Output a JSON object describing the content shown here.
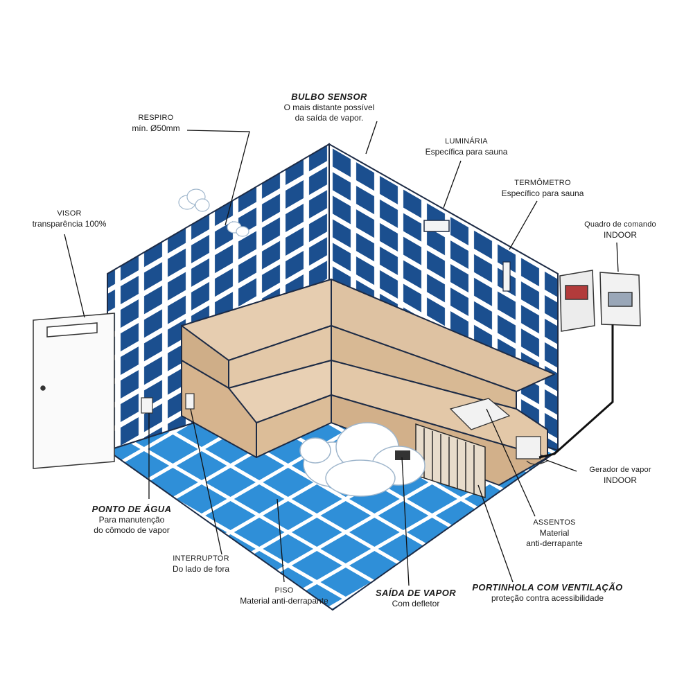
{
  "labels": {
    "bulbo_sensor": {
      "title": "BULBO SENSOR",
      "line1": "O mais distante possível",
      "line2": "da saída de vapor."
    },
    "respiro": {
      "title": "RESPIRO",
      "line1": "mín. Ø50mm"
    },
    "luminaria": {
      "title": "LUMINÁRIA",
      "line1": "Específica para sauna"
    },
    "termometro": {
      "title": "TERMÔMETRO",
      "line1": "Específico para sauna"
    },
    "quadro": {
      "title": "Quadro de comando",
      "line1": "INDOOR"
    },
    "visor": {
      "title": "VISOR",
      "line1": "transparência 100%"
    },
    "gerador": {
      "title": "Gerador de vapor",
      "line1": "INDOOR"
    },
    "ponto_agua": {
      "title": "PONTO DE ÁGUA",
      "line1": "Para manutenção",
      "line2": "do cômodo de vapor"
    },
    "interruptor": {
      "title": "INTERRUPTOR",
      "line1": "Do lado de fora"
    },
    "piso": {
      "title": "PISO",
      "line1": "Material anti-derrapante"
    },
    "saida_vapor": {
      "title": "SAÍDA DE VAPOR",
      "line1": "Com defletor"
    },
    "portinhola": {
      "title": "PORTINHOLA COM VENTILAÇÃO",
      "line1": "proteção contra acessibilidade"
    },
    "assentos": {
      "title": "ASSENTOS",
      "line1": "Material",
      "line2": "anti-derrapante"
    }
  },
  "colors": {
    "tile": "#1b4f8f",
    "grout": "#ffffff",
    "floor": "#2f8fd8",
    "bench": "#e3c8a8",
    "outline": "#1d2b45"
  }
}
